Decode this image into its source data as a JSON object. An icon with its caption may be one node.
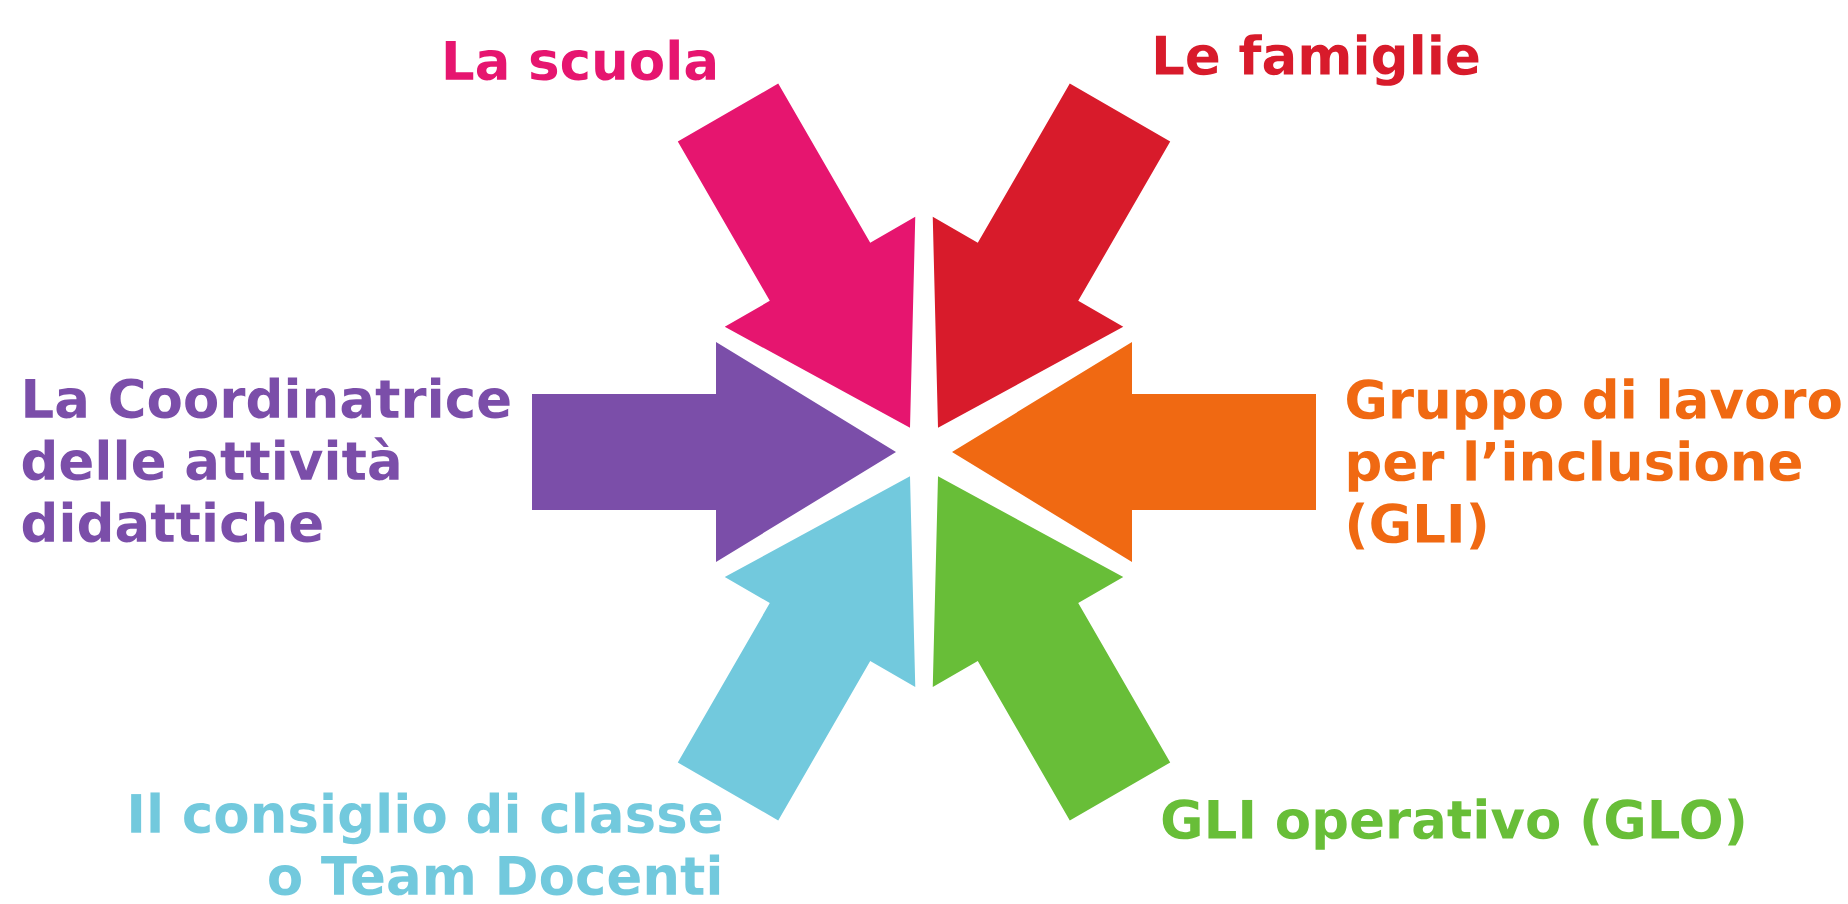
{
  "diagram": {
    "nodes": [
      {
        "text": [
          "La scuola"
        ]
      },
      {
        "text": [
          "Le famiglie"
        ]
      },
      {
        "text": [
          "La Coordinatrice delle attività didattiche"
        ]
      },
      {
        "text": [
          "Gruppo di lavoro per l’inclusione (GLI)"
        ]
      },
      {
        "text": [
          "Il consiglio di classe o Team Docenti"
        ]
      },
      {
        "text": [
          "GLI operativo (GLO)"
        ]
      }
    ],
    "edges": [
      {
        "from": 0,
        "to": null,
        "arrow": "to",
        "color": "#e6156f"
      },
      {
        "from": 1,
        "to": null,
        "arrow": "to",
        "color": "#d81b2b"
      },
      {
        "from": 2,
        "to": null,
        "arrow": "to",
        "color": "#7b4ea9"
      },
      {
        "from": 3,
        "to": null,
        "arrow": "to",
        "color": "#f06912"
      },
      {
        "from": 4,
        "to": null,
        "arrow": "to",
        "color": "#72c9dd"
      },
      {
        "from": 5,
        "to": null,
        "arrow": "to",
        "color": "#68be38"
      }
    ]
  }
}
